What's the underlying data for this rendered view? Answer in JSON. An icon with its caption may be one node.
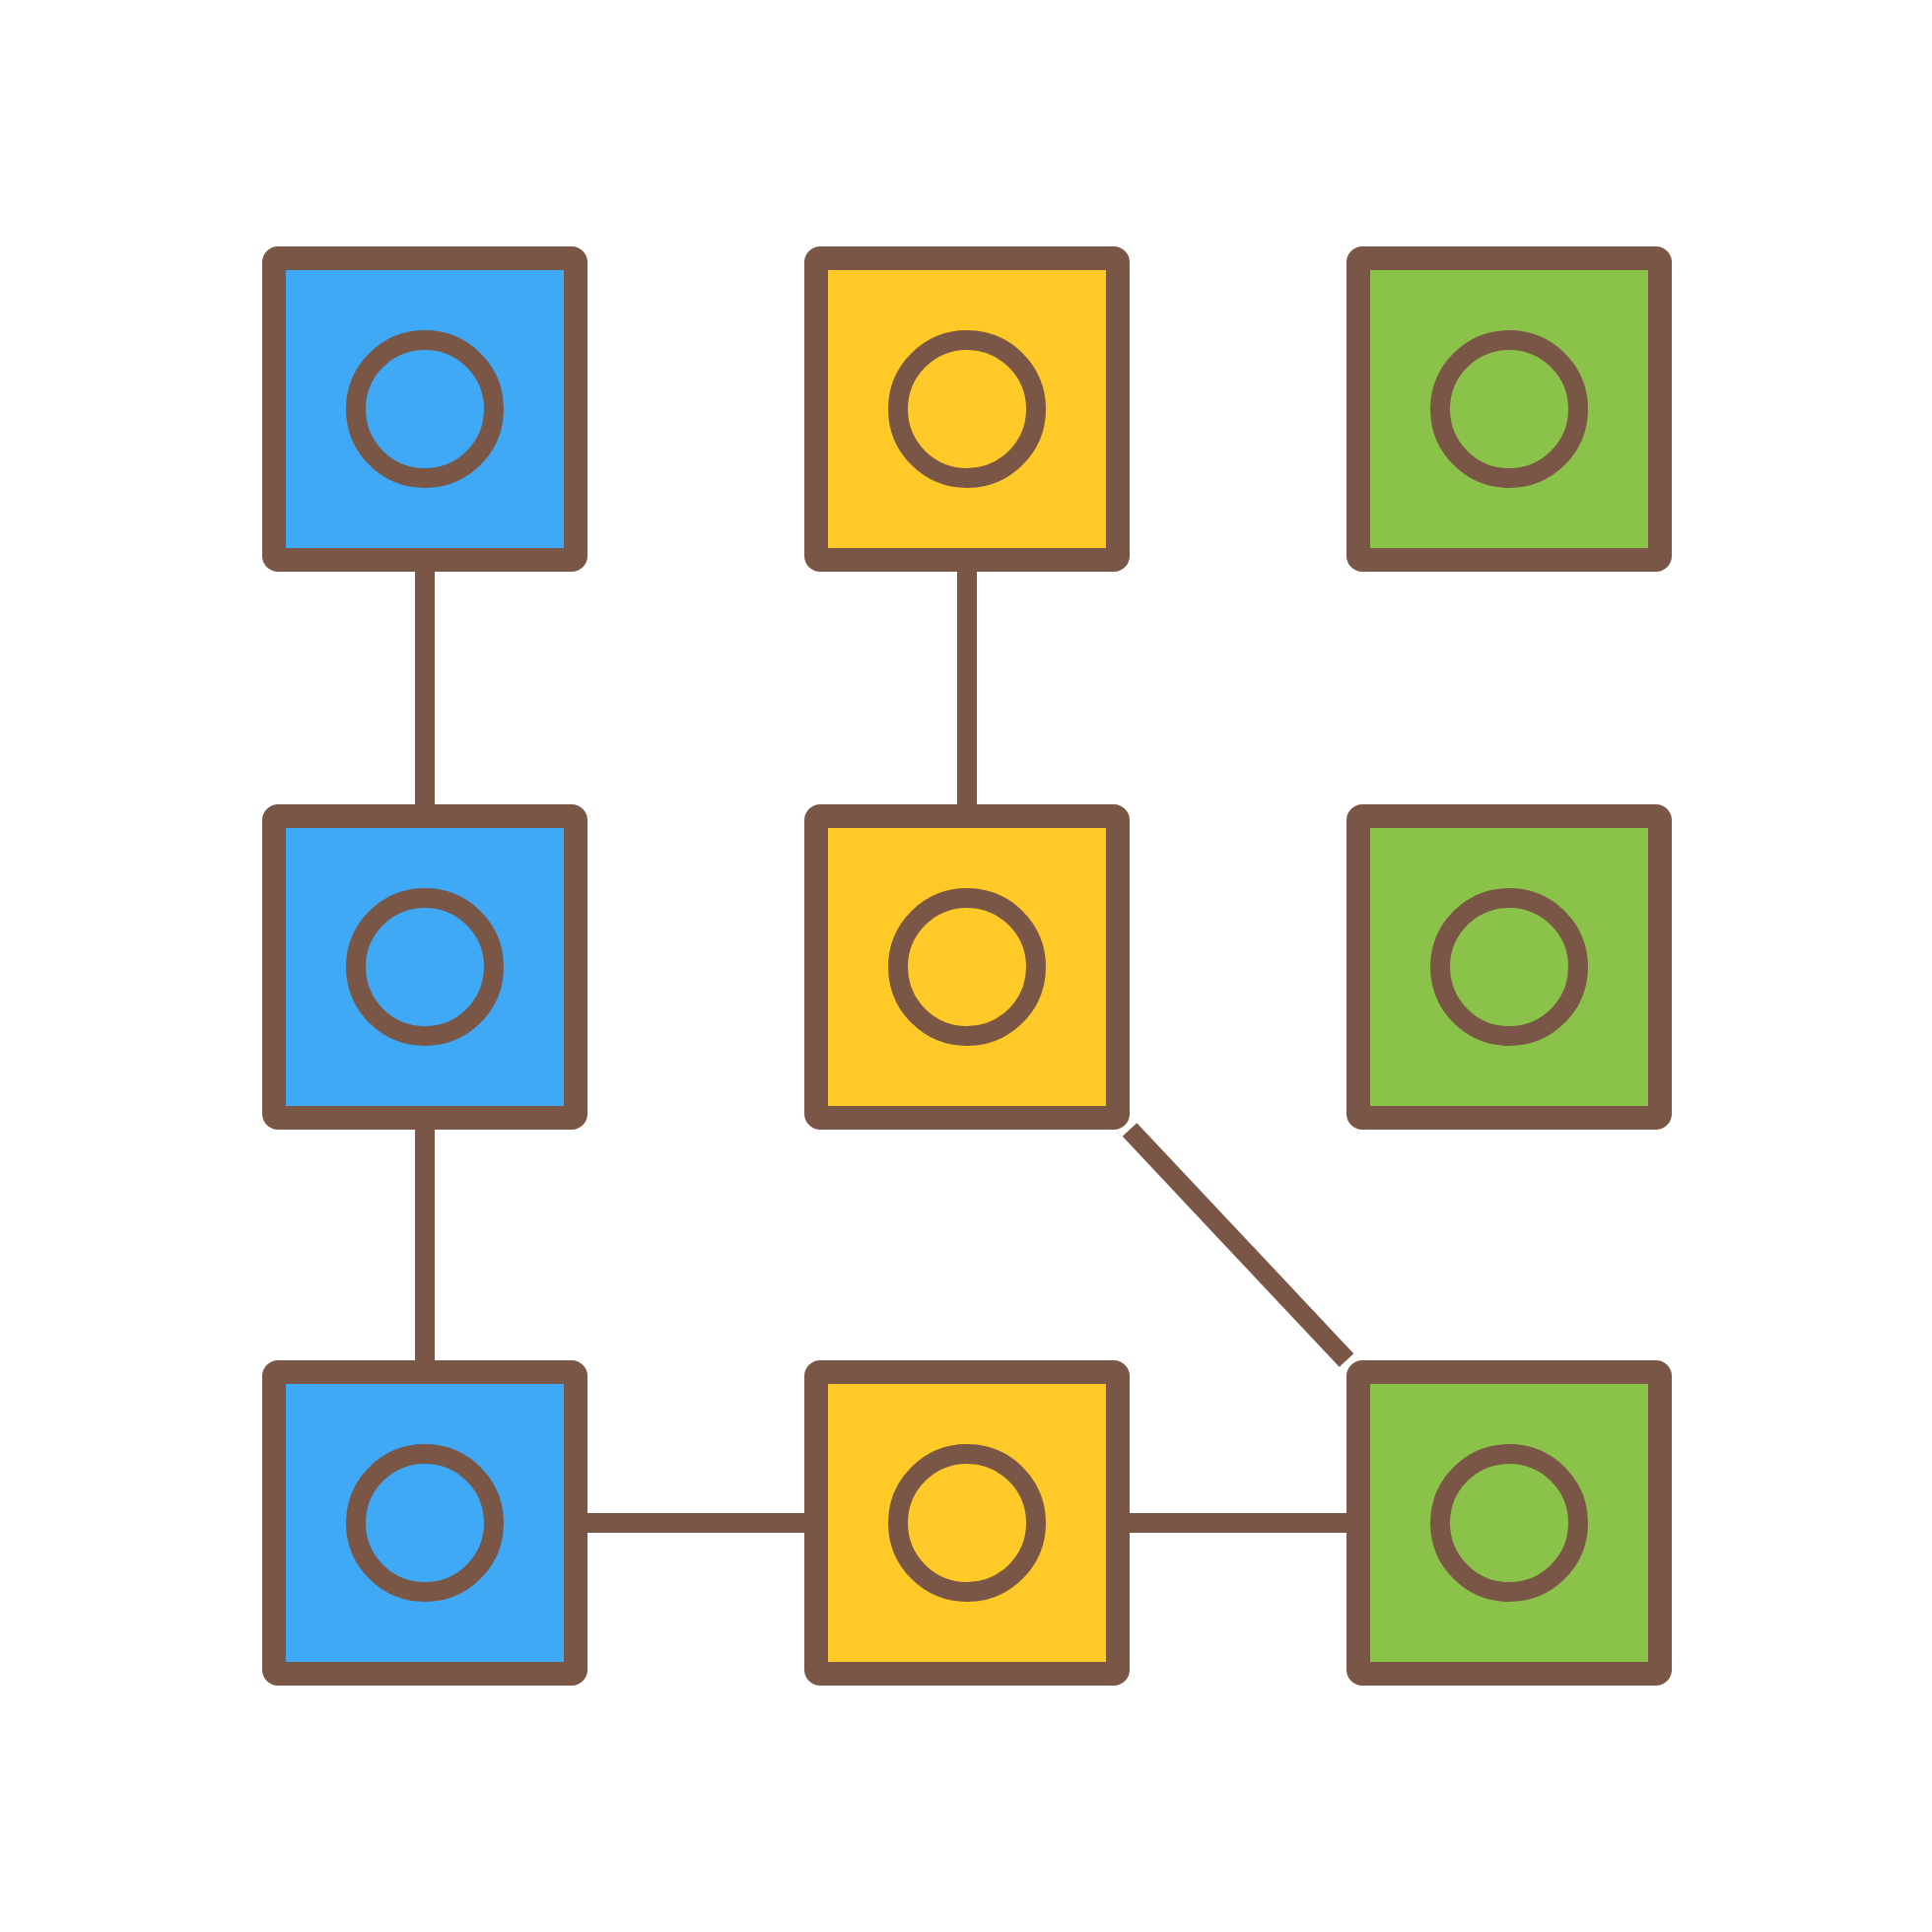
{
  "diagram": {
    "nodes": [
      {
        "text": [],
        "shape": "box"
      },
      {
        "text": [],
        "shape": "box"
      },
      {
        "text": [],
        "shape": "box"
      },
      {
        "text": [],
        "shape": "box"
      },
      {
        "text": [],
        "shape": "box"
      },
      {
        "text": [],
        "shape": "box"
      },
      {
        "text": [],
        "shape": "box"
      },
      {
        "text": [],
        "shape": "box"
      },
      {
        "text": [],
        "shape": "box"
      }
    ],
    "edges": [
      {
        "from": 0,
        "to": 3,
        "arrow": "none"
      },
      {
        "from": 3,
        "to": 6,
        "arrow": "none"
      },
      {
        "from": 1,
        "to": 4,
        "arrow": "none"
      },
      {
        "from": 4,
        "to": 8,
        "arrow": "none"
      },
      {
        "from": 6,
        "to": 7,
        "arrow": "none"
      },
      {
        "from": 7,
        "to": 8,
        "arrow": "none"
      }
    ]
  }
}
